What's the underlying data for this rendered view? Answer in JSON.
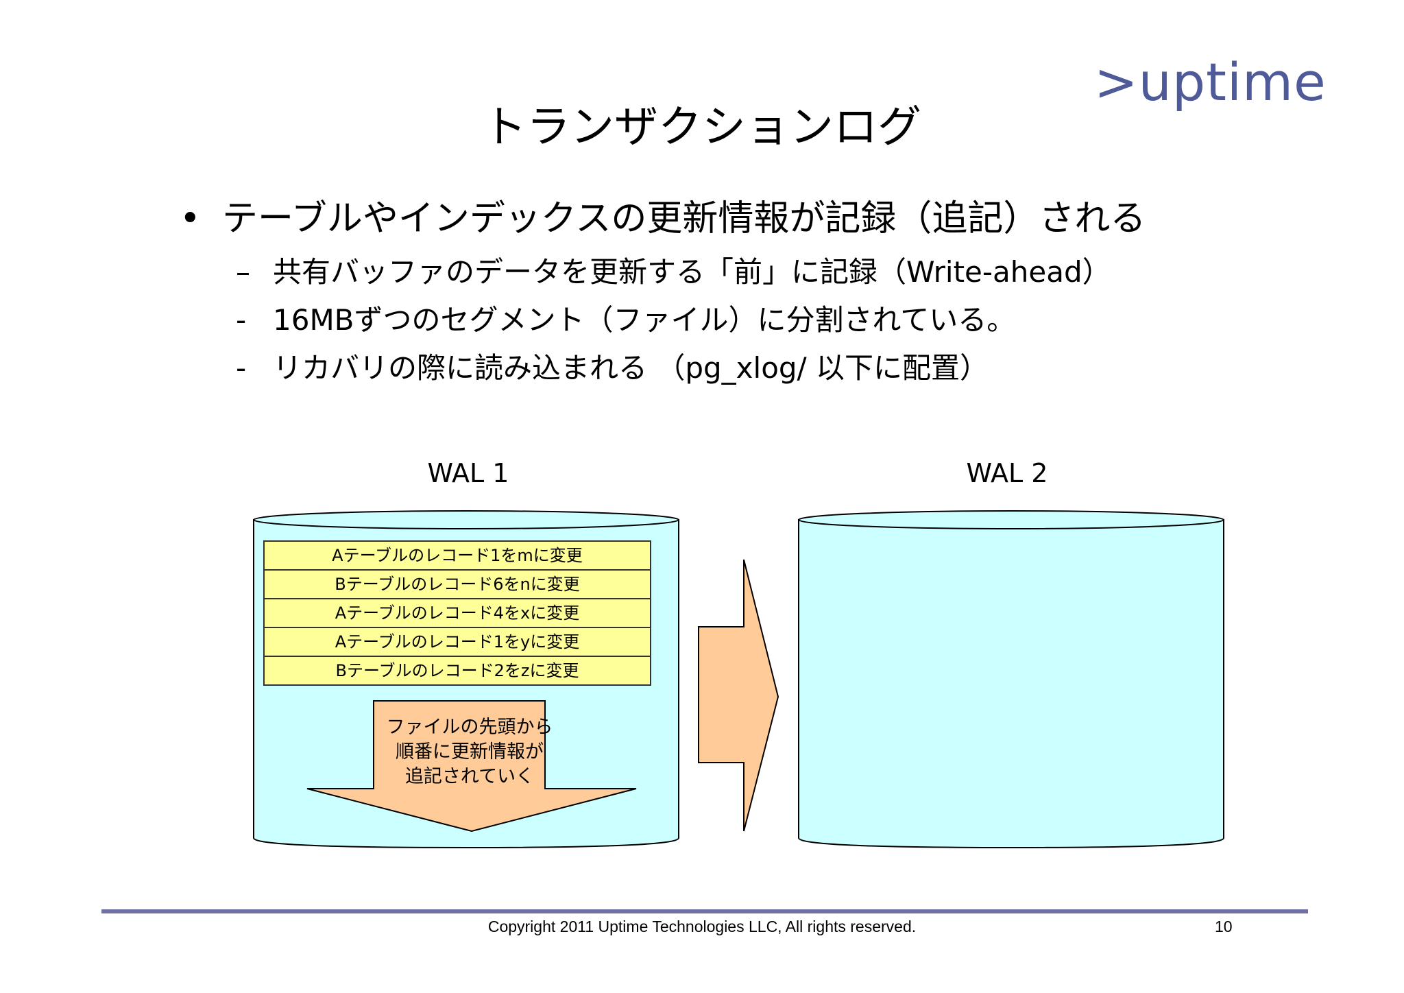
{
  "logo": ">uptime",
  "title": "トランザクションログ",
  "bullet": {
    "symbol": "•",
    "text": "テーブルやインデックスの更新情報が記録（追記）される",
    "subitems": [
      {
        "dash": "–",
        "text": "共有バッファのデータを更新する「前」に記録（Write-ahead）"
      },
      {
        "dash": "-",
        "text": "16MBずつのセグメント（ファイル）に分割されている。"
      },
      {
        "dash": "-",
        "text": "リカバリの際に読み込まれる （pg_xlog/ 以下に配置）"
      }
    ]
  },
  "diagram": {
    "wal1_label": "WAL 1",
    "wal2_label": "WAL 2",
    "records": [
      "Aテーブルのレコード1をmに変更",
      "Bテーブルのレコード6をnに変更",
      "Aテーブルのレコード4をxに変更",
      "Aテーブルのレコード1をyに変更",
      "Bテーブルのレコード2をzに変更"
    ],
    "down_arrow_text": "ファイルの先頭から\n順番に更新情報が\n追記されていく",
    "colors": {
      "cylinder_fill": "#ccffff",
      "record_fill": "#ffff99",
      "arrow_fill": "#ffcc99",
      "rule": "#7070a8",
      "logo": "#4f5a98"
    }
  },
  "footer": {
    "copyright": "Copyright 2011 Uptime Technologies LLC, All rights reserved.",
    "page_number": "10"
  }
}
